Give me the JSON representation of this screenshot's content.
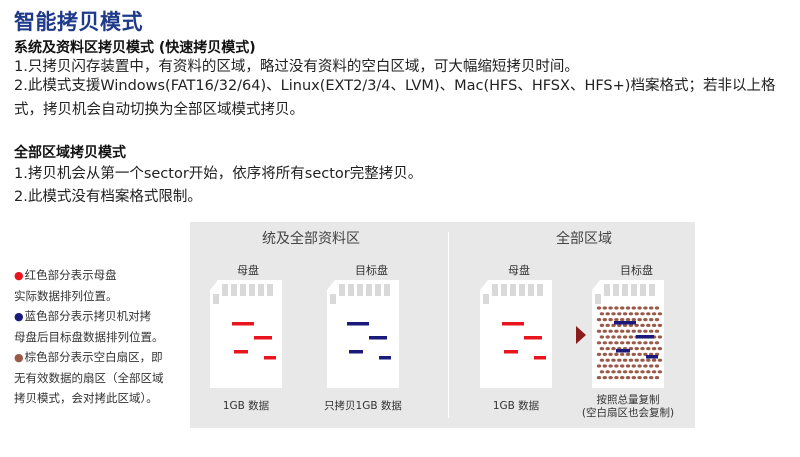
{
  "title": "智能拷贝模式",
  "section1": {
    "heading": "系统及资料区拷贝模式 (快速拷贝模式)",
    "line1": "1.只拷贝闪存装置中，有资料的区域，略过没有资料的空白区域，可大幅缩短拷贝时间。",
    "line2": "2.此模式支援Windows(FAT16/32/64)、Linux(EXT2/3/4、LVM)、Mac(HFS、HFSX、HFS+)档案格式；若非以上格式，拷贝机会自动切换为全部区域模式拷贝。"
  },
  "section2": {
    "heading": "全部区域拷贝模式",
    "line1": "1.拷贝机会从第一个sector开始，依序将所有sector完整拷贝。",
    "line2": "2.此模式没有档案格式限制。"
  },
  "legend": {
    "red_dot": "●",
    "red_1": "红色部分表示母盘",
    "red_2": "实际数据排列位置。",
    "blue_dot": "●",
    "blue_1": "蓝色部分表示拷贝机对拷",
    "blue_2": "母盘后目标盘数据排列位置。",
    "brown_dot": "●",
    "brown_1": "棕色部分表示空白扇区，即",
    "brown_2": "无有效数据的扇区（全部区域",
    "brown_3": "拷贝模式，会对拷此区域）。"
  },
  "diagram": {
    "left_heading": "统及全部资料区",
    "right_heading": "全部区域",
    "card1_label": "母盘",
    "card2_label": "目标盘",
    "card3_label": "母盘",
    "card4_label": "目标盘",
    "card1_caption": "1GB 数据",
    "card2_caption": "只拷贝1GB 数据",
    "card3_caption": "1GB 数据",
    "card4_caption_1": "按照总量复制",
    "card4_caption_2": "(空白扇区也会复制)"
  },
  "colors": {
    "red": "#e8141e",
    "blue": "#1a1a7a",
    "brown": "#9a5a4a",
    "arrow": "#8b1a1a",
    "title": "#1f3a8a"
  }
}
